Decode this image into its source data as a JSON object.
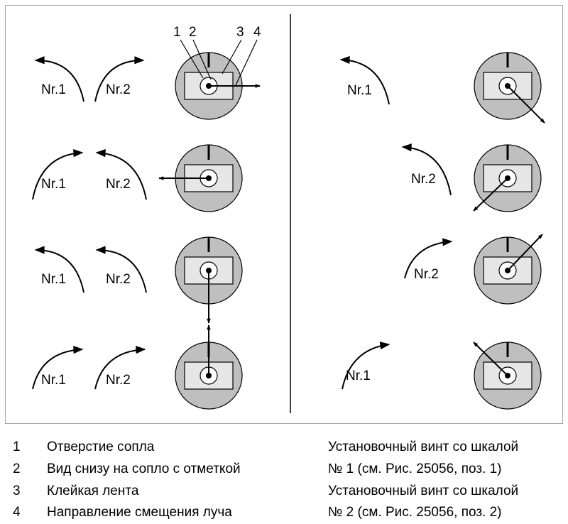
{
  "colors": {
    "disc": "#bfbfbf",
    "tape": "#e6e6e6",
    "stroke": "#000000",
    "frame": "#a6a6a6"
  },
  "callouts": [
    "1",
    "2",
    "3",
    "4"
  ],
  "screw_labels": {
    "screw1": "Nr.1",
    "screw2": "Nr.2"
  },
  "legend": {
    "items": [
      {
        "num": "1",
        "text": "Отверстие сопла"
      },
      {
        "num": "2",
        "text": "Вид снизу на сопло с отметкой"
      },
      {
        "num": "3",
        "text": "Клейкая лента"
      },
      {
        "num": "4",
        "text": "Направление смещения луча"
      }
    ],
    "right_lines": [
      "Установочный винт со шкалой",
      "№ 1 (см. Рис. 25056, поз. 1)",
      "Установочный винт со шкалой",
      "№ 2 (см. Рис. 25056, поз. 2)"
    ]
  }
}
